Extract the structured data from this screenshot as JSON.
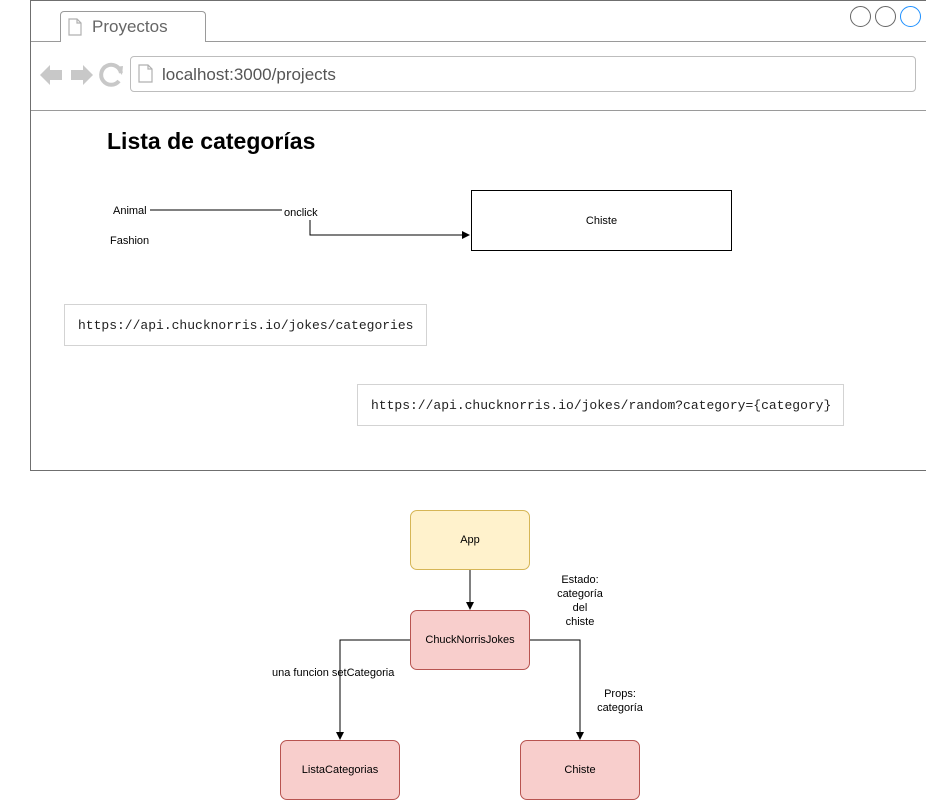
{
  "browser": {
    "tab_title": "Proyectos",
    "url": "localhost:3000/projects",
    "window_controls": [
      "circle",
      "circle",
      "circle-active"
    ]
  },
  "page": {
    "heading": "Lista de categorías",
    "categories": [
      "Animal",
      "Fashion"
    ],
    "onclick_label": "onclick",
    "chiste_box_label": "Chiste",
    "api_categories_url": "https://api.chucknorris.io/jokes/categories",
    "api_random_url": "https://api.chucknorris.io/jokes/random?category={category}"
  },
  "tree": {
    "nodes": {
      "app": "App",
      "chuck": "ChuckNorrisJokes",
      "lista": "ListaCategorias",
      "chiste": "Chiste"
    },
    "estado_note": [
      "Estado:",
      "categoría",
      "del",
      "chiste"
    ],
    "props_note": [
      "Props:",
      "categoría"
    ],
    "setcategoria_note": "una funcion setCategoria"
  },
  "colors": {
    "app_fill": "#fff2cc",
    "app_stroke": "#d6b656",
    "component_fill": "#f8cecc",
    "component_stroke": "#b85450",
    "active_window_control": "#1e90ff"
  }
}
